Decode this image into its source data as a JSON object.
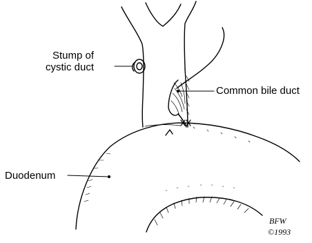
{
  "labels": {
    "stump_line1": "Stump of",
    "stump_line2": "cystic duct",
    "common_bile_duct": "Common bile duct",
    "duodenum": "Duodenum"
  },
  "signature": {
    "initials": "BFW",
    "year": "©1993"
  }
}
